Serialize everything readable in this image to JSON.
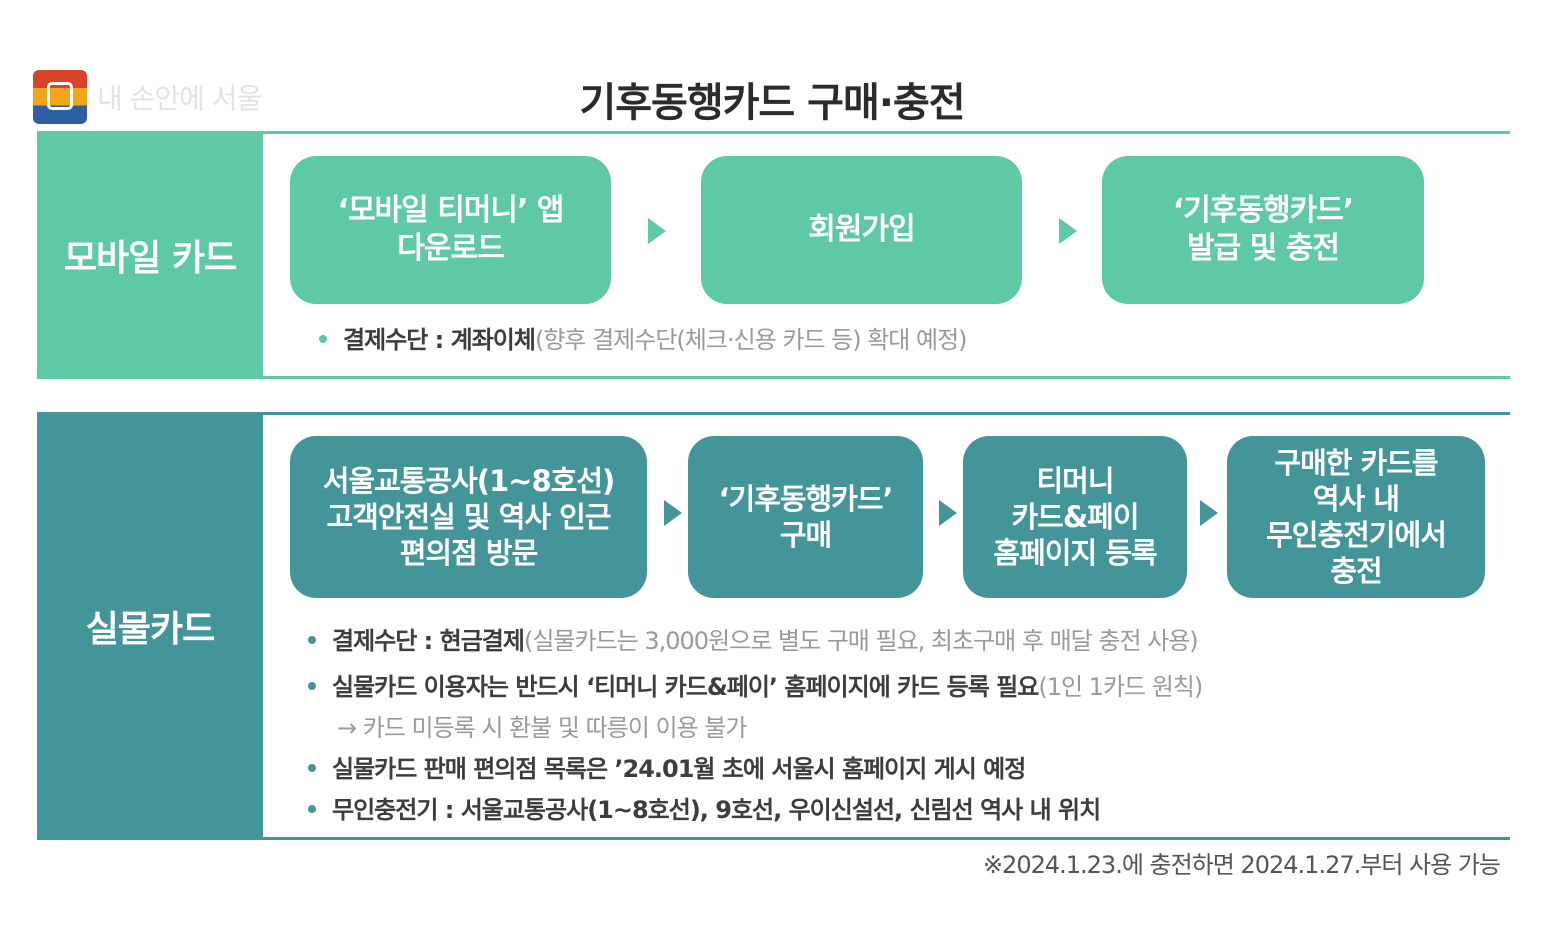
{
  "logo": {
    "text": "내 손안에 서울"
  },
  "title": "기후동행카드 구매·충전",
  "mobile": {
    "label": "모바일 카드",
    "steps": [
      "‘모바일 티머니’ 앱\n다운로드",
      "회원가입",
      "‘기후동행카드’\n발급 및 충전"
    ],
    "note": {
      "bold": "결제수단 : 계좌이체",
      "light": "(향후 결제수단(체크·신용 카드 등) 확대 예정)"
    }
  },
  "physical": {
    "label": "실물카드",
    "steps": [
      "서울교통공사(1~8호선)\n고객안전실 및 역사 인근\n편의점 방문",
      "‘기후동행카드’\n구매",
      "티머니\n카드&페이\n홈페이지 등록",
      "구매한 카드를\n역사 내\n무인충전기에서\n충전"
    ],
    "notes": [
      {
        "bold": "결제수단 : 현금결제",
        "light": "(실물카드는 3,000원으로 별도 구매 필요, 최초구매 후 매달 충전 사용)"
      },
      {
        "bold": "실물카드 이용자는 반드시 ‘티머니 카드&페이’ 홈페이지에 카드 등록 필요",
        "light": "(1인 1카드 원칙)"
      },
      {
        "bold": "실물카드 판매 편의점 목록은 ’24.01월 초에 서울시 홈페이지 게시 예정",
        "light": ""
      },
      {
        "bold": "무인충전기 : 서울교통공사(1~8호선), 9호선, 우이신설선, 신림선 역사 내 위치",
        "light": ""
      }
    ],
    "sub_note": "→ 카드 미등록 시 환불 및 따릉이 이용 불가"
  },
  "footnote": "※2024.1.23.에 충전하면 2024.1.27.부터 사용 가능",
  "colors": {
    "mobile": "#5ec9a3",
    "physical": "#43959a"
  }
}
